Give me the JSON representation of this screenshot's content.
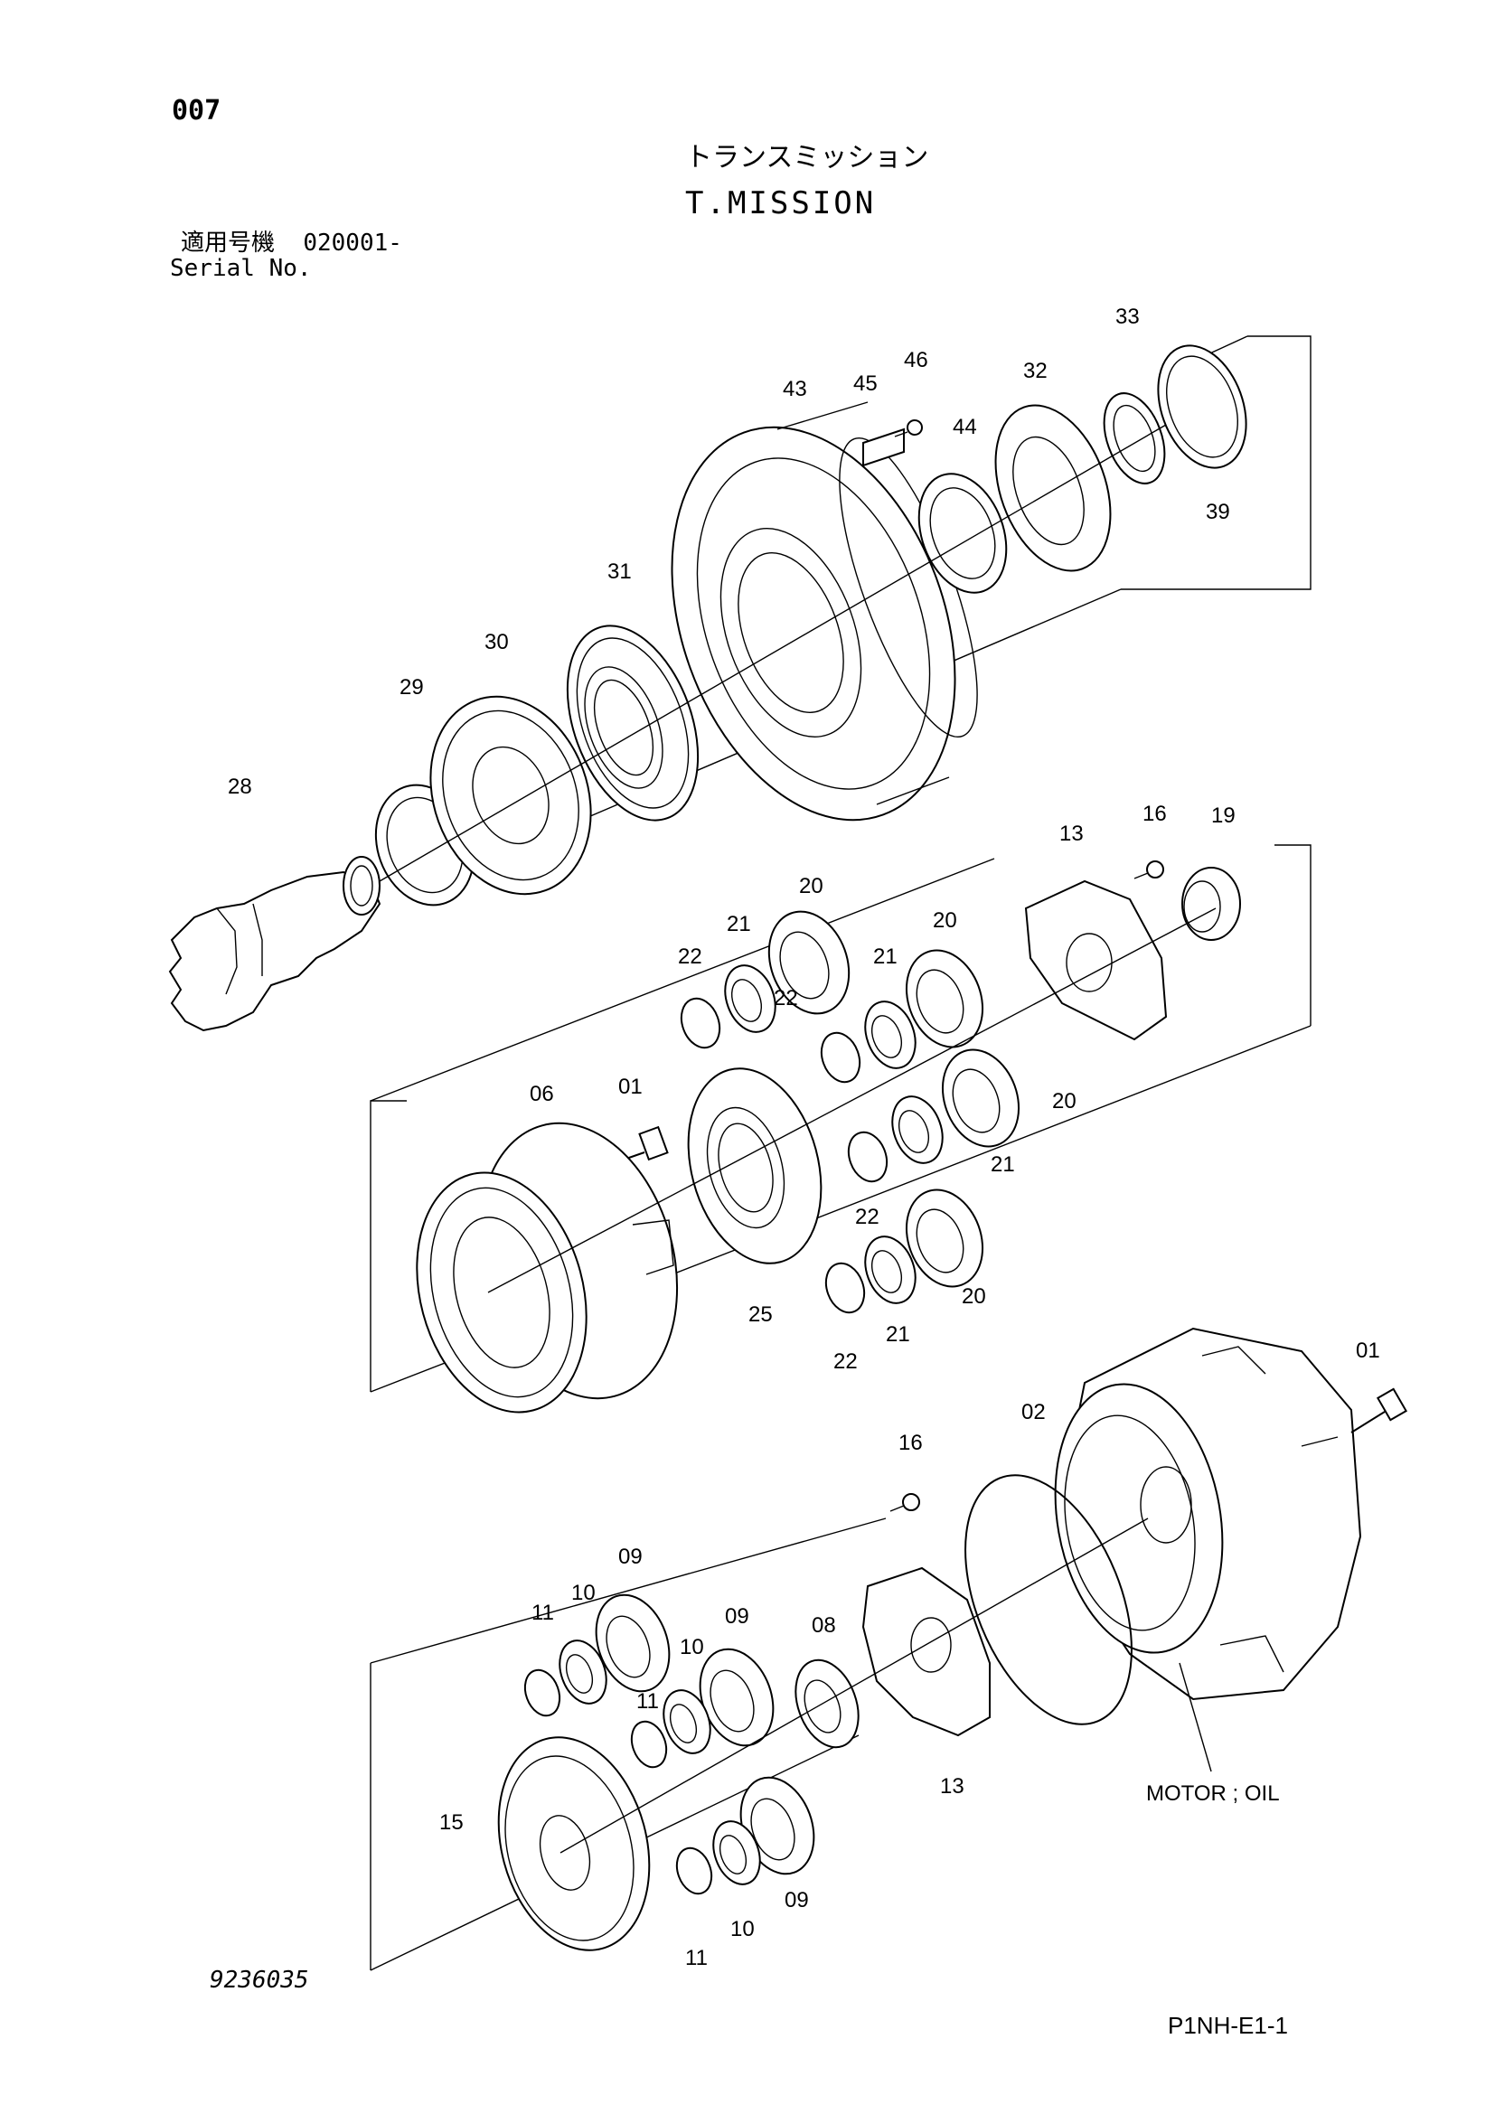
{
  "header": {
    "page_number": "007",
    "title_jp": "トランスミッション",
    "title_en": "T.MISSION",
    "serial_label_jp": "適用号機",
    "serial_value": "020001-",
    "serial_label_en": "Serial No."
  },
  "footer": {
    "document_number": "9236035",
    "sheet_code": "P1NH-E1-1"
  },
  "part_callouts": [
    "43",
    "45",
    "46",
    "44",
    "32",
    "33",
    "39",
    "31",
    "30",
    "29",
    "28",
    "13",
    "16",
    "19",
    "20",
    "21",
    "22",
    "20",
    "21",
    "22",
    "20",
    "21",
    "22",
    "20",
    "21",
    "22",
    "06",
    "01",
    "25",
    "01",
    "02",
    "16",
    "09",
    "10",
    "11",
    "09",
    "10",
    "11",
    "08",
    "13",
    "15",
    "09",
    "10",
    "11"
  ],
  "motor_label": "MOTOR ; OIL"
}
